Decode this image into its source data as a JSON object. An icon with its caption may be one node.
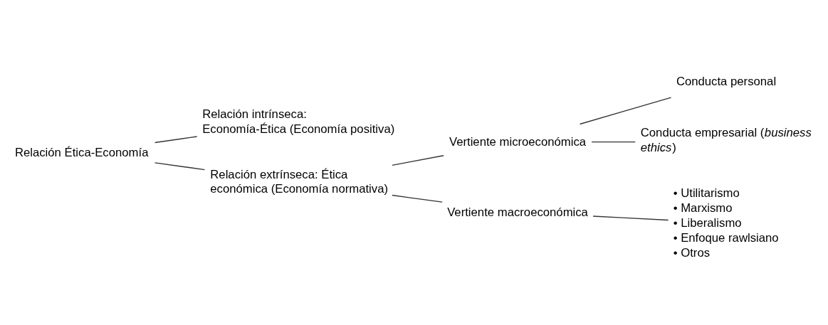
{
  "diagram": {
    "nodes": [
      {
        "text": [
          "Relación Ética-Economía"
        ]
      },
      {
        "text": [
          "Relación intrínseca: Economía-Ética (Economía positiva)"
        ]
      },
      {
        "text": [
          "Relación extrínseca: Ética económica (Economía normativa)"
        ]
      },
      {
        "text": [
          "Vertiente microeconómica"
        ]
      },
      {
        "text": [
          "Vertiente macroeconómica"
        ]
      },
      {
        "text": [
          "Conducta personal"
        ]
      },
      {
        "text": [
          "Conducta empresarial (*business ethics*)"
        ]
      },
      {
        "text": [
          "• Utilitarismo",
          "• Marxismo",
          "• Liberalismo",
          "• Enfoque rawlsiano",
          "• Otros"
        ]
      }
    ],
    "edges": [
      {
        "from": 0,
        "to": 1,
        "arrow": "none"
      },
      {
        "from": 0,
        "to": 2,
        "arrow": "none"
      },
      {
        "from": 2,
        "to": 3,
        "arrow": "none"
      },
      {
        "from": 2,
        "to": 4,
        "arrow": "none"
      },
      {
        "from": 3,
        "to": 5,
        "arrow": "none"
      },
      {
        "from": 3,
        "to": 6,
        "arrow": "none"
      },
      {
        "from": 4,
        "to": 7,
        "arrow": "none"
      }
    ]
  }
}
